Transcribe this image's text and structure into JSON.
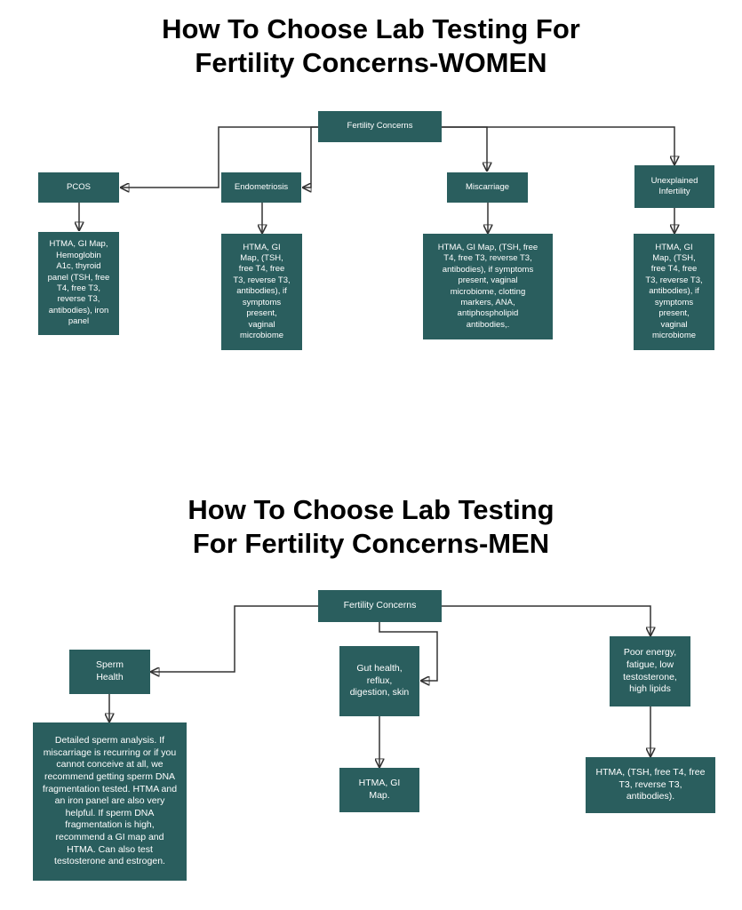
{
  "colors": {
    "box": "#2a5e5e",
    "line": "#333333",
    "title": "#000000"
  },
  "women": {
    "title_line1": "How To Choose Lab Testing For",
    "title_line2": "Fertility Concerns-WOMEN",
    "root": "Fertility Concerns",
    "categories": {
      "pcos": "PCOS",
      "endometriosis": "Endometriosis",
      "miscarriage": "Miscarriage",
      "unexplained": "Unexplained Infertility"
    },
    "tests": {
      "pcos": "HTMA, GI Map, Hemoglobin A1c, thyroid panel (TSH, free T4, free T3, reverse T3, antibodies), iron panel",
      "endometriosis": "HTMA, GI Map, (TSH, free T4, free T3, reverse T3, antibodies), if symptoms present, vaginal microbiome",
      "miscarriage": "HTMA, GI Map, (TSH, free T4, free T3, reverse T3, antibodies), if symptoms present, vaginal microbiome, clotting markers,  ANA, antiphospholipid antibodies,.",
      "unexplained": "HTMA, GI Map, (TSH, free T4, free T3, reverse T3, antibodies), if symptoms present, vaginal microbiome"
    }
  },
  "men": {
    "title_line1": "How To Choose Lab Testing",
    "title_line2": "For Fertility Concerns-MEN",
    "root": "Fertility Concerns",
    "categories": {
      "sperm": "Sperm Health",
      "gut": "Gut health, reflux, digestion, skin",
      "energy": "Poor energy, fatigue, low testosterone, high lipids"
    },
    "tests": {
      "sperm": "Detailed sperm analysis. If miscarriage is recurring or if you cannot conceive at all, we recommend getting sperm DNA fragmentation tested. HTMA and an iron panel are also very helpful. If sperm DNA fragmentation is high, recommend a GI map and HTMA. Can also test testosterone and estrogen.",
      "gut": "HTMA, GI Map.",
      "energy": "HTMA, (TSH, free T4, free T3, reverse T3, antibodies)."
    }
  }
}
